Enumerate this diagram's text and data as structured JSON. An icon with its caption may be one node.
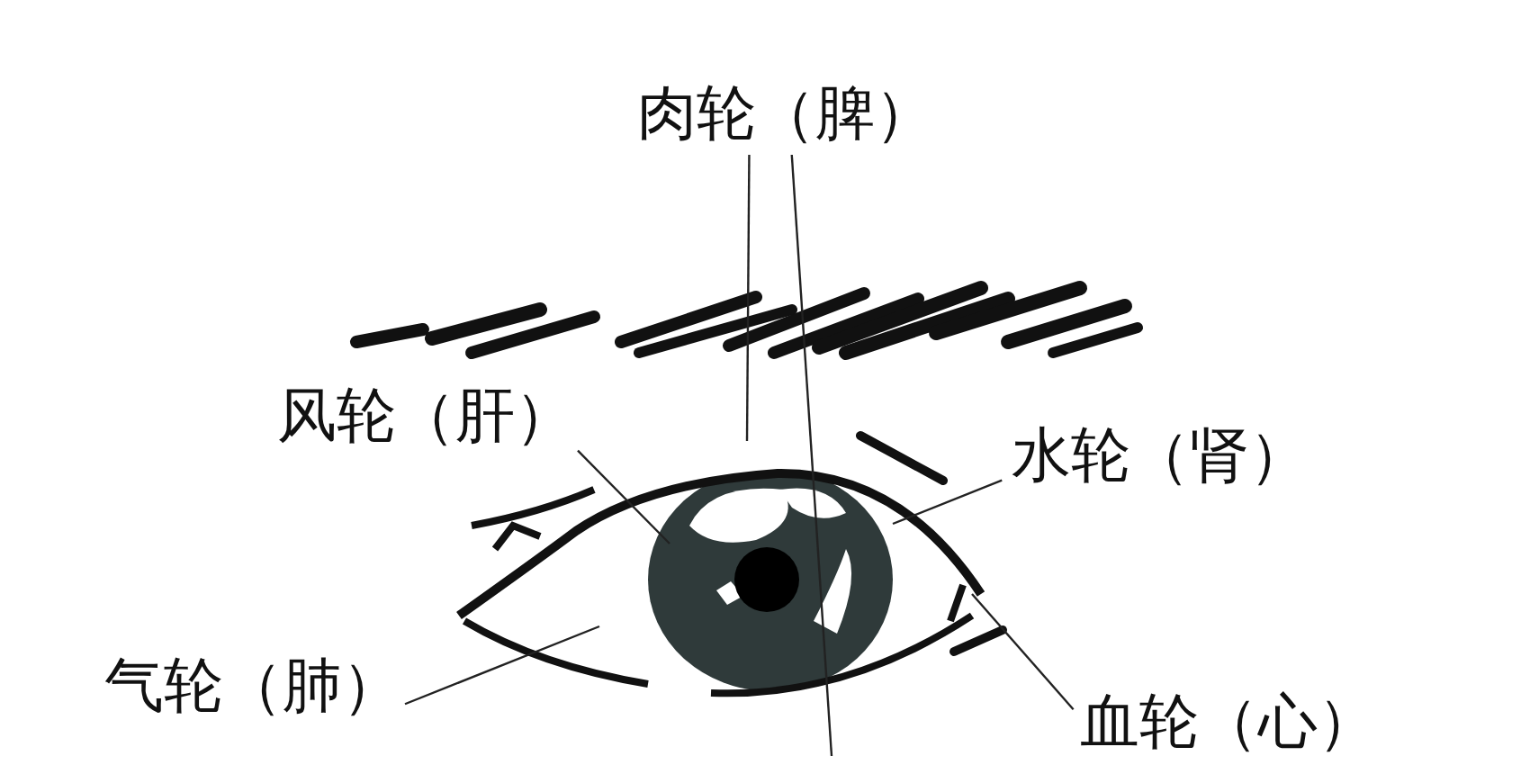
{
  "diagram": {
    "nodes": [
      {
        "text": [
          "肉轮（脾）"
        ]
      },
      {
        "text": [
          "风轮（肝）"
        ]
      },
      {
        "text": [
          "水轮（肾）"
        ]
      },
      {
        "text": [
          "气轮（肺）"
        ]
      },
      {
        "text": [
          "血轮（心）"
        ]
      }
    ],
    "edges": [
      {
        "from": 0,
        "to": null,
        "arrow": "none"
      },
      {
        "from": 0,
        "to": null,
        "arrow": "none"
      },
      {
        "from": 1,
        "to": null,
        "arrow": "none"
      },
      {
        "from": 2,
        "to": null,
        "arrow": "none"
      },
      {
        "from": 3,
        "to": null,
        "arrow": "none"
      },
      {
        "from": 4,
        "to": null,
        "arrow": "none"
      }
    ]
  }
}
